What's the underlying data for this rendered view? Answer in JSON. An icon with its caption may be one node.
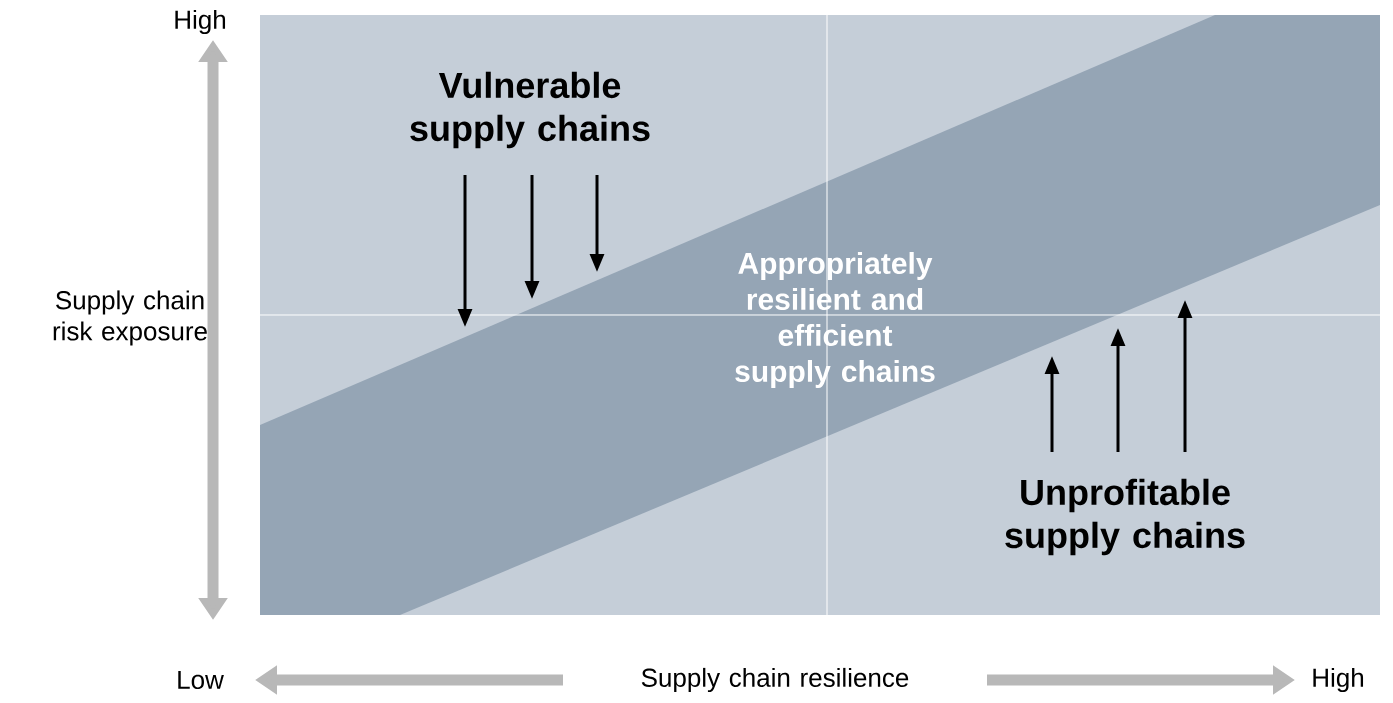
{
  "diagram": {
    "nodes": [
      {
        "text": [
          "Vulnerable supply chains"
        ]
      },
      {
        "text": [
          "Appropriately resilient and efficient supply chains"
        ]
      },
      {
        "text": [
          "Unprofitable supply chains"
        ]
      }
    ],
    "labels": [
      "High",
      "Supply chain risk exposure",
      "Low",
      "Supply chain resilience",
      "High"
    ]
  }
}
